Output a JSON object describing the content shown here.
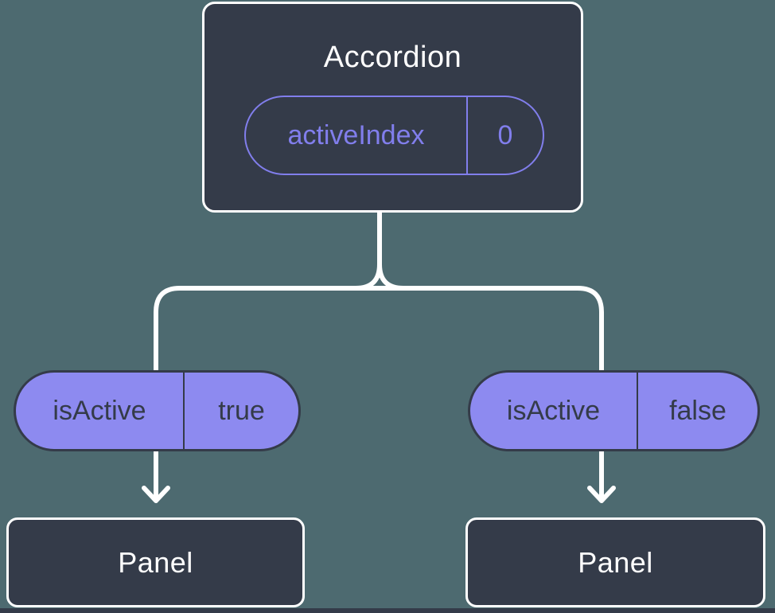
{
  "diagram": {
    "root": {
      "title": "Accordion",
      "prop_name": "activeIndex",
      "prop_value": "0"
    },
    "children": [
      {
        "prop_name": "isActive",
        "prop_value": "true",
        "title": "Panel"
      },
      {
        "prop_name": "isActive",
        "prop_value": "false",
        "title": "Panel"
      }
    ]
  },
  "icons": {
    "left_arrow": "down-arrow-icon",
    "right_arrow": "down-arrow-icon"
  },
  "colors": {
    "background": "#4d6a70",
    "node_fill": "#343b49",
    "node_text": "#ffffff",
    "pill_fill": "#8d8af0",
    "pill_text": "#343b49",
    "accent": "#817eec",
    "connector": "#ffffff"
  }
}
